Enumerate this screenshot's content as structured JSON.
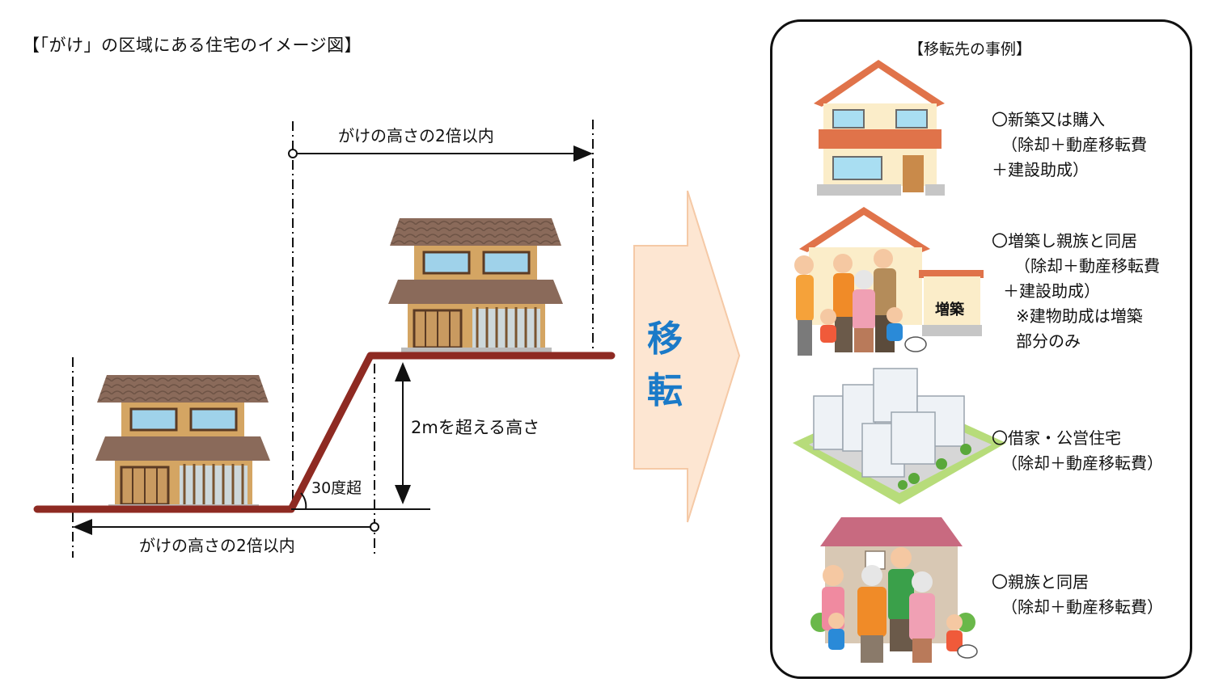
{
  "diagram": {
    "title": "【「がけ」の区域にある住宅のイメージ図】",
    "top_dimension_label": "がけの高さの2倍以内",
    "bottom_dimension_label": "がけの高さの2倍以内",
    "height_label": "2mを超える高さ",
    "angle_label": "30度超",
    "arrow_label_1": "移",
    "arrow_label_2": "転",
    "colors": {
      "ground": "#8e2a22",
      "arrow_fill": "#fde6d2",
      "arrow_stroke": "#f5c9a6",
      "arrow_text": "#1a7ac8"
    }
  },
  "cases": {
    "title": "【移転先の事例】",
    "items": [
      {
        "icon": "new-house-icon",
        "lines": [
          "〇新築又は購入",
          "（除却＋動産移転費",
          "＋建設助成）"
        ]
      },
      {
        "icon": "extension-family-icon",
        "badge": "増築",
        "lines": [
          "〇増築し親族と同居",
          "（除却＋動産移転費",
          "＋建設助成）",
          "※建物助成は増築",
          "部分のみ"
        ]
      },
      {
        "icon": "apartment-icon",
        "lines": [
          "〇借家・公営住宅",
          "（除却＋動産移転費）"
        ]
      },
      {
        "icon": "family-house-icon",
        "lines": [
          "〇親族と同居",
          "（除却＋動産移転費）"
        ]
      }
    ]
  }
}
